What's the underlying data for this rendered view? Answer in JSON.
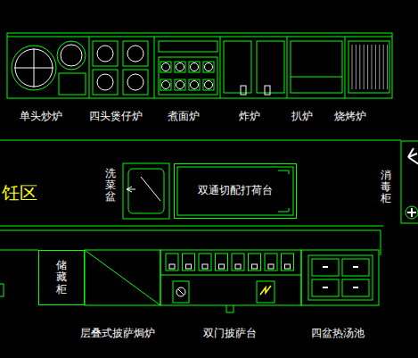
{
  "diagram": {
    "nodes": [
      {
        "text": [
          "双通切配打荷台"
        ]
      },
      {
        "text": [
          "储藏柜"
        ]
      }
    ],
    "labels": [
      "单头炒炉",
      "四头煲仔炉",
      "煮面炉",
      "炸炉",
      "扒炉",
      "烧烤炉",
      "饪区",
      "洗菜盆",
      "消毒柜",
      "层叠式披萨焗炉",
      "双门披萨台",
      "四盆热汤池"
    ]
  }
}
